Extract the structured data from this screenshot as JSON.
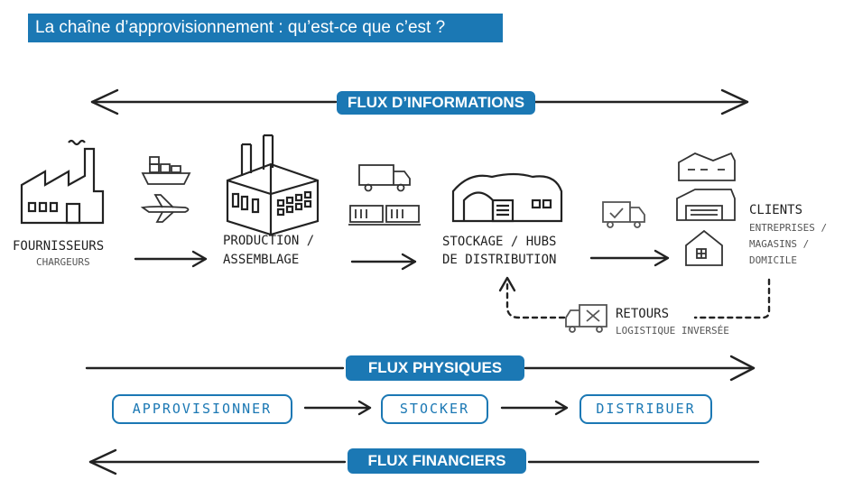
{
  "title": "La chaîne d’approvisionnement : qu’est-ce que c’est ?",
  "flows": {
    "information": "FLUX D’INFORMATIONS",
    "physical": "FLUX PHYSIQUES",
    "financial": "FLUX FINANCIERS"
  },
  "stages": {
    "suppliers": {
      "label": "FOURNISSEURS",
      "sub": "CHARGEURS"
    },
    "production": {
      "line1": "PRODUCTION /",
      "line2": "ASSEMBLAGE"
    },
    "storage": {
      "line1": "STOCKAGE / HUBS",
      "line2": "DE DISTRIBUTION"
    },
    "clients": {
      "label": "CLIENTS",
      "sub1": "ENTREPRISES /",
      "sub2": "MAGASINS /",
      "sub3": "DOMICILE"
    },
    "returns": {
      "label": "RETOURS",
      "sub": "LOGISTIQUE INVERSÉE"
    }
  },
  "steps": [
    "APPROVISIONNER",
    "STOCKER",
    "DISTRIBUER"
  ],
  "colors": {
    "accent": "#1b78b4",
    "ink": "#1a1a1a"
  }
}
